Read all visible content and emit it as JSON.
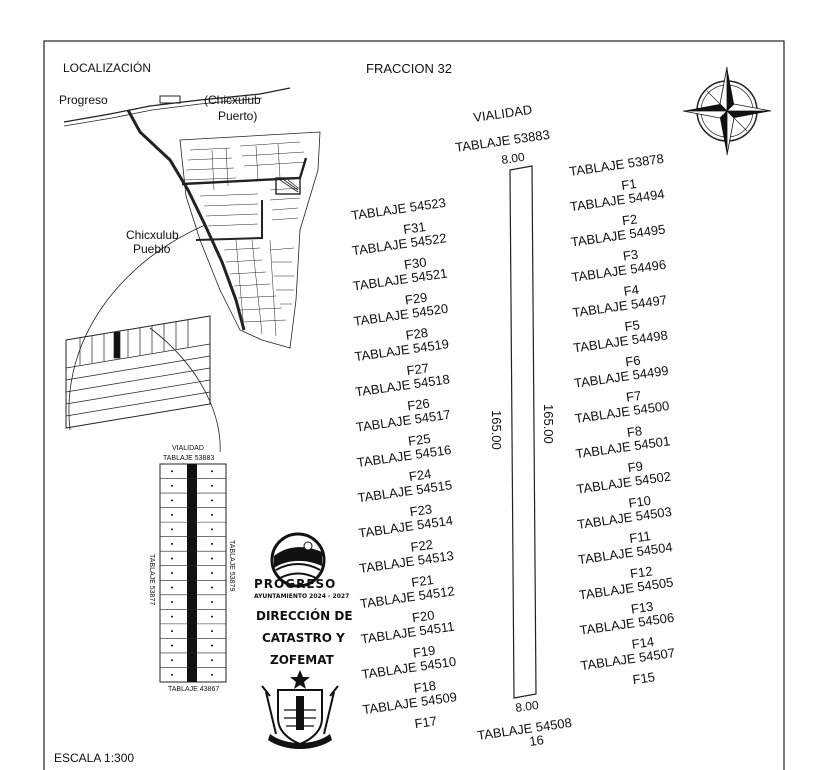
{
  "header": {
    "location_title": "LOCALIZACIÓN",
    "fraction_title": "FRACCION 32",
    "scale": "ESCALA 1:300"
  },
  "location_map": {
    "label_progreso": "Progreso",
    "label_chicxulub_puerto_1": "(Chicxulub",
    "label_chicxulub_puerto_2": "Puerto)",
    "label_chicxulub_pueblo_1": "Chicxulub",
    "label_chicxulub_pueblo_2": "Pueblo"
  },
  "key_plan": {
    "top_label_1": "VIALIDAD",
    "top_label_2": "TABLAJE 53883",
    "left_label": "TABLAJE 53877",
    "right_label": "TABLAJE 53879",
    "bottom_label": "TABLAJE 43867"
  },
  "plan": {
    "road_1": "VIALIDAD",
    "road_2": "TABLAJE 53883",
    "top_width": "8.00",
    "bottom_width": "8.00",
    "left_length": "165.00",
    "right_length": "165.00",
    "bottom_tablaje": "TABLAJE 54508",
    "bottom_fraction": "16",
    "right_lots": [
      {
        "tablaje": "TABLAJE 53878",
        "fraction": "F1"
      },
      {
        "tablaje": "TABLAJE 54494",
        "fraction": "F2"
      },
      {
        "tablaje": "TABLAJE 54495",
        "fraction": "F3"
      },
      {
        "tablaje": "TABLAJE 54496",
        "fraction": "F4"
      },
      {
        "tablaje": "TABLAJE 54497",
        "fraction": "F5"
      },
      {
        "tablaje": "TABLAJE 54498",
        "fraction": "F6"
      },
      {
        "tablaje": "TABLAJE 54499",
        "fraction": "F7"
      },
      {
        "tablaje": "TABLAJE 54500",
        "fraction": "F8"
      },
      {
        "tablaje": "TABLAJE 54501",
        "fraction": "F9"
      },
      {
        "tablaje": "TABLAJE 54502",
        "fraction": "F10"
      },
      {
        "tablaje": "TABLAJE 54503",
        "fraction": "F11"
      },
      {
        "tablaje": "TABLAJE 54504",
        "fraction": "F12"
      },
      {
        "tablaje": "TABLAJE 54505",
        "fraction": "F13"
      },
      {
        "tablaje": "TABLAJE 54506",
        "fraction": "F14"
      },
      {
        "tablaje": "TABLAJE 54507",
        "fraction": "F15"
      }
    ],
    "left_lots": [
      {
        "tablaje": "TABLAJE 54523",
        "fraction": "F31"
      },
      {
        "tablaje": "TABLAJE 54522",
        "fraction": "F30"
      },
      {
        "tablaje": "TABLAJE 54521",
        "fraction": "F29"
      },
      {
        "tablaje": "TABLAJE 54520",
        "fraction": "F28"
      },
      {
        "tablaje": "TABLAJE 54519",
        "fraction": "F27"
      },
      {
        "tablaje": "TABLAJE 54518",
        "fraction": "F26"
      },
      {
        "tablaje": "TABLAJE 54517",
        "fraction": "F25"
      },
      {
        "tablaje": "TABLAJE 54516",
        "fraction": "F24"
      },
      {
        "tablaje": "TABLAJE 54515",
        "fraction": "F23"
      },
      {
        "tablaje": "TABLAJE 54514",
        "fraction": "F22"
      },
      {
        "tablaje": "TABLAJE 54513",
        "fraction": "F21"
      },
      {
        "tablaje": "TABLAJE 54512",
        "fraction": "F20"
      },
      {
        "tablaje": "TABLAJE 54511",
        "fraction": "F19"
      },
      {
        "tablaje": "TABLAJE 54510",
        "fraction": "F18"
      },
      {
        "tablaje": "TABLAJE 54509",
        "fraction": "F17"
      }
    ]
  },
  "seal": {
    "logo_word": "PROGRESO",
    "logo_sub": "AYUNTAMIENTO 2024 - 2027",
    "office_1": "DIRECCIÓN DE",
    "office_2": "CATASTRO Y",
    "office_3": "ZOFEMAT"
  }
}
